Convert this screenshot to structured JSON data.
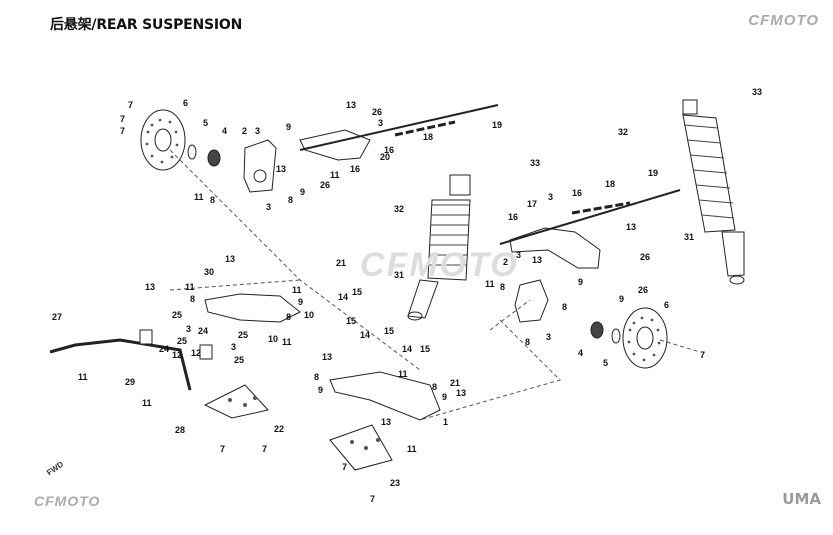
{
  "header": {
    "title": "后悬架/REAR SUSPENSION",
    "brand": "CFMOTO"
  },
  "footer": {
    "brand": "CFMOTO",
    "logo": "UMA",
    "direction_label": "FWD"
  },
  "watermark": "CFMOTO",
  "callouts": [
    {
      "id": "c1",
      "text": "7"
    },
    {
      "id": "c2",
      "text": "6"
    },
    {
      "id": "c3",
      "text": "7"
    },
    {
      "id": "c4",
      "text": "7"
    },
    {
      "id": "c5",
      "text": "5"
    },
    {
      "id": "c6",
      "text": "4"
    },
    {
      "id": "c7",
      "text": "2"
    },
    {
      "id": "c8",
      "text": "3"
    },
    {
      "id": "c9",
      "text": "9"
    },
    {
      "id": "c10",
      "text": "13"
    },
    {
      "id": "c11",
      "text": "26"
    },
    {
      "id": "c12",
      "text": "3"
    },
    {
      "id": "c13",
      "text": "18"
    },
    {
      "id": "c14",
      "text": "19"
    },
    {
      "id": "c15",
      "text": "16"
    },
    {
      "id": "c16",
      "text": "20"
    },
    {
      "id": "c17",
      "text": "13"
    },
    {
      "id": "c18",
      "text": "11"
    },
    {
      "id": "c19",
      "text": "26"
    },
    {
      "id": "c20",
      "text": "16"
    },
    {
      "id": "c21",
      "text": "11"
    },
    {
      "id": "c22",
      "text": "8"
    },
    {
      "id": "c23",
      "text": "3"
    },
    {
      "id": "c24",
      "text": "8"
    },
    {
      "id": "c25",
      "text": "9"
    },
    {
      "id": "c26",
      "text": "33"
    },
    {
      "id": "c27",
      "text": "32"
    },
    {
      "id": "c28",
      "text": "33"
    },
    {
      "id": "c29",
      "text": "32"
    },
    {
      "id": "c30",
      "text": "16"
    },
    {
      "id": "c31",
      "text": "17"
    },
    {
      "id": "c32",
      "text": "3"
    },
    {
      "id": "c33",
      "text": "16"
    },
    {
      "id": "c34",
      "text": "18"
    },
    {
      "id": "c35",
      "text": "19"
    },
    {
      "id": "c36",
      "text": "31"
    },
    {
      "id": "c37",
      "text": "13"
    },
    {
      "id": "c38",
      "text": "2"
    },
    {
      "id": "c39",
      "text": "3"
    },
    {
      "id": "c40",
      "text": "26"
    },
    {
      "id": "c41",
      "text": "13"
    },
    {
      "id": "c42",
      "text": "11"
    },
    {
      "id": "c43",
      "text": "9"
    },
    {
      "id": "c44",
      "text": "8"
    },
    {
      "id": "c45",
      "text": "26"
    },
    {
      "id": "c46",
      "text": "9"
    },
    {
      "id": "c47",
      "text": "8"
    },
    {
      "id": "c48",
      "text": "6"
    },
    {
      "id": "c49",
      "text": "8"
    },
    {
      "id": "c50",
      "text": "3"
    },
    {
      "id": "c51",
      "text": "4"
    },
    {
      "id": "c52",
      "text": "5"
    },
    {
      "id": "c53",
      "text": "7"
    },
    {
      "id": "c54",
      "text": "31"
    },
    {
      "id": "c55",
      "text": "21"
    },
    {
      "id": "c56",
      "text": "13"
    },
    {
      "id": "c57",
      "text": "30"
    },
    {
      "id": "c58",
      "text": "13"
    },
    {
      "id": "c59",
      "text": "11"
    },
    {
      "id": "c60",
      "text": "8"
    },
    {
      "id": "c61",
      "text": "11"
    },
    {
      "id": "c62",
      "text": "14"
    },
    {
      "id": "c63",
      "text": "15"
    },
    {
      "id": "c64",
      "text": "9"
    },
    {
      "id": "c65",
      "text": "8"
    },
    {
      "id": "c66",
      "text": "10"
    },
    {
      "id": "c67",
      "text": "15"
    },
    {
      "id": "c68",
      "text": "10"
    },
    {
      "id": "c69",
      "text": "11"
    },
    {
      "id": "c70",
      "text": "27"
    },
    {
      "id": "c71",
      "text": "25"
    },
    {
      "id": "c72",
      "text": "3"
    },
    {
      "id": "c73",
      "text": "24"
    },
    {
      "id": "c74",
      "text": "25"
    },
    {
      "id": "c75",
      "text": "12"
    },
    {
      "id": "c76",
      "text": "24"
    },
    {
      "id": "c77",
      "text": "25"
    },
    {
      "id": "c78",
      "text": "12"
    },
    {
      "id": "c79",
      "text": "3"
    },
    {
      "id": "c80",
      "text": "25"
    },
    {
      "id": "c81",
      "text": "11"
    },
    {
      "id": "c82",
      "text": "29"
    },
    {
      "id": "c83",
      "text": "11"
    },
    {
      "id": "c84",
      "text": "28"
    },
    {
      "id": "c85",
      "text": "14"
    },
    {
      "id": "c86",
      "text": "15"
    },
    {
      "id": "c87",
      "text": "13"
    },
    {
      "id": "c88",
      "text": "14"
    },
    {
      "id": "c89",
      "text": "15"
    },
    {
      "id": "c90",
      "text": "8"
    },
    {
      "id": "c91",
      "text": "9"
    },
    {
      "id": "c92",
      "text": "11"
    },
    {
      "id": "c93",
      "text": "21"
    },
    {
      "id": "c94",
      "text": "13"
    },
    {
      "id": "c95",
      "text": "8"
    },
    {
      "id": "c96",
      "text": "9"
    },
    {
      "id": "c97",
      "text": "1"
    },
    {
      "id": "c98",
      "text": "13"
    },
    {
      "id": "c99",
      "text": "11"
    },
    {
      "id": "c100",
      "text": "22"
    },
    {
      "id": "c101",
      "text": "7"
    },
    {
      "id": "c102",
      "text": "7"
    },
    {
      "id": "c103",
      "text": "7"
    },
    {
      "id": "c104",
      "text": "23"
    },
    {
      "id": "c105",
      "text": "7"
    }
  ]
}
